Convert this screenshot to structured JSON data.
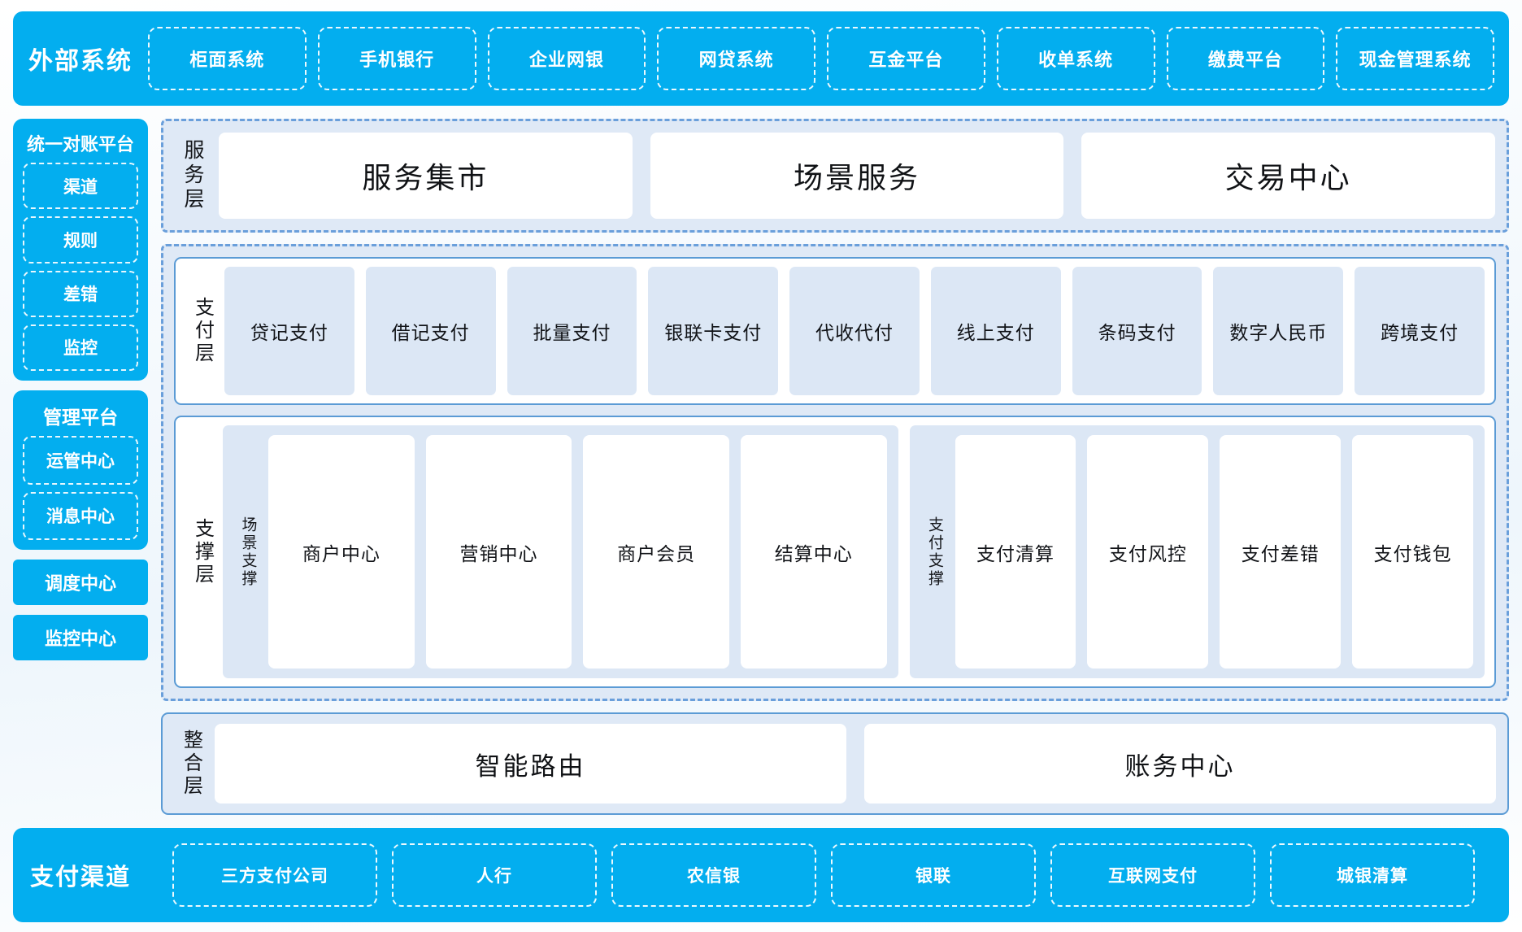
{
  "colors": {
    "brand_blue": "#03aeef",
    "panel_blue": "#dfe9f6",
    "card_blue": "#dce7f5",
    "dash_border": "#6a9fdb",
    "solid_border": "#5b9bd5",
    "white": "#ffffff"
  },
  "external_systems": {
    "title": "外部系统",
    "items": [
      "柜面系统",
      "手机银行",
      "企业网银",
      "网贷系统",
      "互金平台",
      "收单系统",
      "缴费平台",
      "现金管理系统"
    ]
  },
  "sidebar": {
    "reconciliation": {
      "title": "统一对账平台",
      "items": [
        "渠道",
        "规则",
        "差错",
        "监控"
      ]
    },
    "management": {
      "title": "管理平台",
      "items": [
        "运管中心",
        "消息中心"
      ]
    },
    "standalone": [
      "调度中心",
      "监控中心"
    ]
  },
  "service_layer": {
    "label": "服务层",
    "cards": [
      "服务集市",
      "场景服务",
      "交易中心"
    ]
  },
  "payment_layer": {
    "label": "支付层",
    "cards": [
      "贷记支付",
      "借记支付",
      "批量支付",
      "银联卡支付",
      "代收代付",
      "线上支付",
      "条码支付",
      "数字人民币",
      "跨境支付"
    ]
  },
  "support_layer": {
    "label": "支撑层",
    "groups": [
      {
        "label": "场景支撑",
        "cards": [
          "商户中心",
          "营销中心",
          "商户会员",
          "结算中心"
        ]
      },
      {
        "label": "支付支撑",
        "cards": [
          "支付清算",
          "支付风控",
          "支付差错",
          "支付钱包"
        ]
      }
    ]
  },
  "integration_layer": {
    "label": "整合层",
    "cards": [
      "智能路由",
      "账务中心"
    ]
  },
  "payment_channels": {
    "title": "支付渠道",
    "items": [
      "三方支付公司",
      "人行",
      "农信银",
      "银联",
      "互联网支付",
      "城银清算"
    ]
  }
}
